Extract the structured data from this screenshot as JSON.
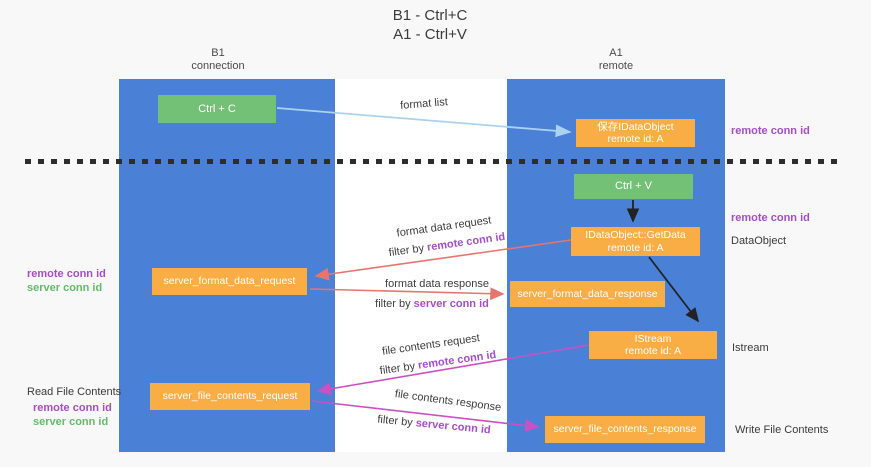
{
  "title": {
    "line1": "B1 - Ctrl+C",
    "line2": "A1 - Ctrl+V"
  },
  "columns": {
    "left": {
      "name": "B1",
      "role": "connection"
    },
    "right": {
      "name": "A1",
      "role": "remote"
    }
  },
  "boxes": {
    "ctrl_c": {
      "label": "Ctrl + C"
    },
    "save_idataobject": {
      "line1": "保存IDataObject",
      "line2": "remote id: A"
    },
    "ctrl_v": {
      "label": "Ctrl + V"
    },
    "getdata": {
      "line1": "IDataObject::GetData",
      "line2": "remote id: A"
    },
    "server_format_data_request": {
      "label": "server_format_data_request"
    },
    "server_format_data_response": {
      "label": "server_format_data_response"
    },
    "istream": {
      "line1": "IStream",
      "line2": "remote id: A"
    },
    "server_file_contents_request": {
      "label": "server_file_contents_request"
    },
    "server_file_contents_response": {
      "label": "server_file_contents_response"
    }
  },
  "arrow_labels": {
    "format_list": "format list",
    "format_data_request": "format data request",
    "format_data_request_filter": {
      "prefix": "filter by ",
      "key": "remote conn id"
    },
    "format_data_response": "format data response",
    "format_data_response_filter": {
      "prefix": "filter by ",
      "key": "server conn id"
    },
    "file_contents_request": "file contents request",
    "file_contents_request_filter": {
      "prefix": "filter by ",
      "key": "remote conn id"
    },
    "file_contents_response": "file contents response",
    "file_contents_response_filter": {
      "prefix": "filter by ",
      "key": "server conn id"
    }
  },
  "side_labels": {
    "right_remote_conn_id_top": "remote conn id",
    "right_remote_conn_id_mid": "remote conn id",
    "right_dataobject": "DataObject",
    "right_istream": "Istream",
    "right_write_file_contents": "Write File Contents",
    "left_remote_conn_id_top": "remote conn id",
    "left_server_conn_id_top": "server conn id",
    "left_read_file_contents": "Read File Contents",
    "left_remote_conn_id_bottom": "remote conn id",
    "left_server_conn_id_bottom": "server conn id"
  },
  "colors": {
    "column_blue": "#4a80d5",
    "box_green": "#73c077",
    "box_orange": "#f9ad45",
    "arrow_salmon": "#e8756d",
    "arrow_magenta": "#ca50c4",
    "arrow_lightblue": "#a9d3f1",
    "arrow_black": "#222222",
    "text_purple": "#a54ec8",
    "text_green": "#64bb6a"
  }
}
